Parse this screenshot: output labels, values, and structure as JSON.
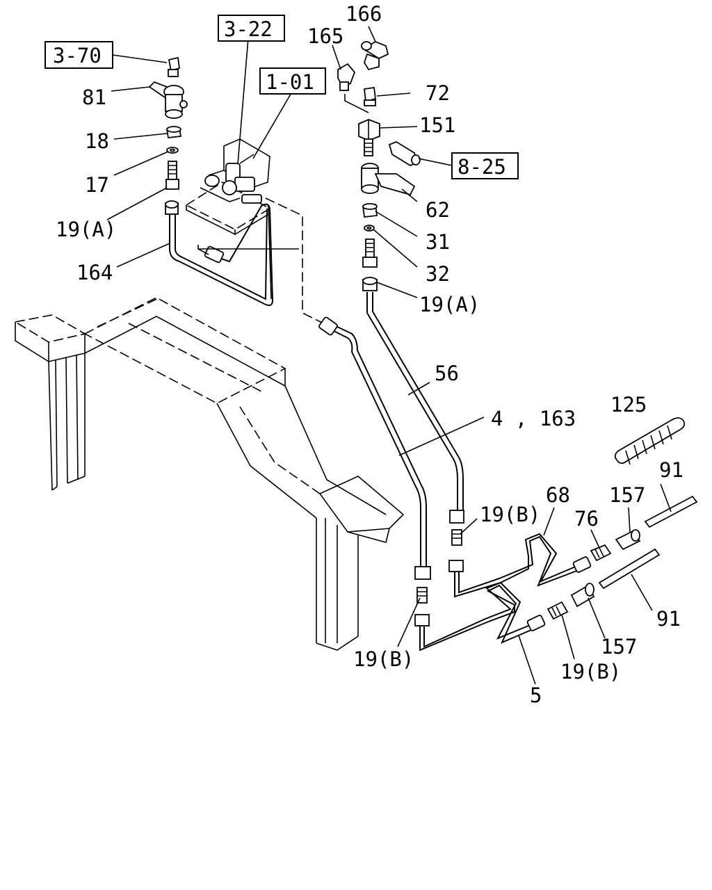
{
  "diagram": {
    "references": [
      {
        "id": "ref-3-70",
        "label": "3-70"
      },
      {
        "id": "ref-3-22",
        "label": "3-22"
      },
      {
        "id": "ref-1-01",
        "label": "1-01"
      },
      {
        "id": "ref-8-25",
        "label": "8-25"
      }
    ],
    "callouts": [
      {
        "id": "c166",
        "label": "166"
      },
      {
        "id": "c165",
        "label": "165"
      },
      {
        "id": "c72",
        "label": "72"
      },
      {
        "id": "c151",
        "label": "151"
      },
      {
        "id": "c62",
        "label": "62"
      },
      {
        "id": "c31",
        "label": "31"
      },
      {
        "id": "c32",
        "label": "32"
      },
      {
        "id": "c19a-right",
        "label": "19(A)"
      },
      {
        "id": "c81",
        "label": "81"
      },
      {
        "id": "c18",
        "label": "18"
      },
      {
        "id": "c17",
        "label": "17"
      },
      {
        "id": "c19a-left",
        "label": "19(A)"
      },
      {
        "id": "c164",
        "label": "164"
      },
      {
        "id": "c56",
        "label": "56"
      },
      {
        "id": "c4-163",
        "label": "4 , 163"
      },
      {
        "id": "c125",
        "label": "125"
      },
      {
        "id": "c91-top",
        "label": "91"
      },
      {
        "id": "c68",
        "label": "68"
      },
      {
        "id": "c157-top",
        "label": "157"
      },
      {
        "id": "c76",
        "label": "76"
      },
      {
        "id": "c19b-mid",
        "label": "19(B)"
      },
      {
        "id": "c91-bottom",
        "label": "91"
      },
      {
        "id": "c157-bottom",
        "label": "157"
      },
      {
        "id": "c19b-bottom-right",
        "label": "19(B)"
      },
      {
        "id": "c19b-bottom-left",
        "label": "19(B)"
      },
      {
        "id": "c5",
        "label": "5"
      }
    ]
  }
}
